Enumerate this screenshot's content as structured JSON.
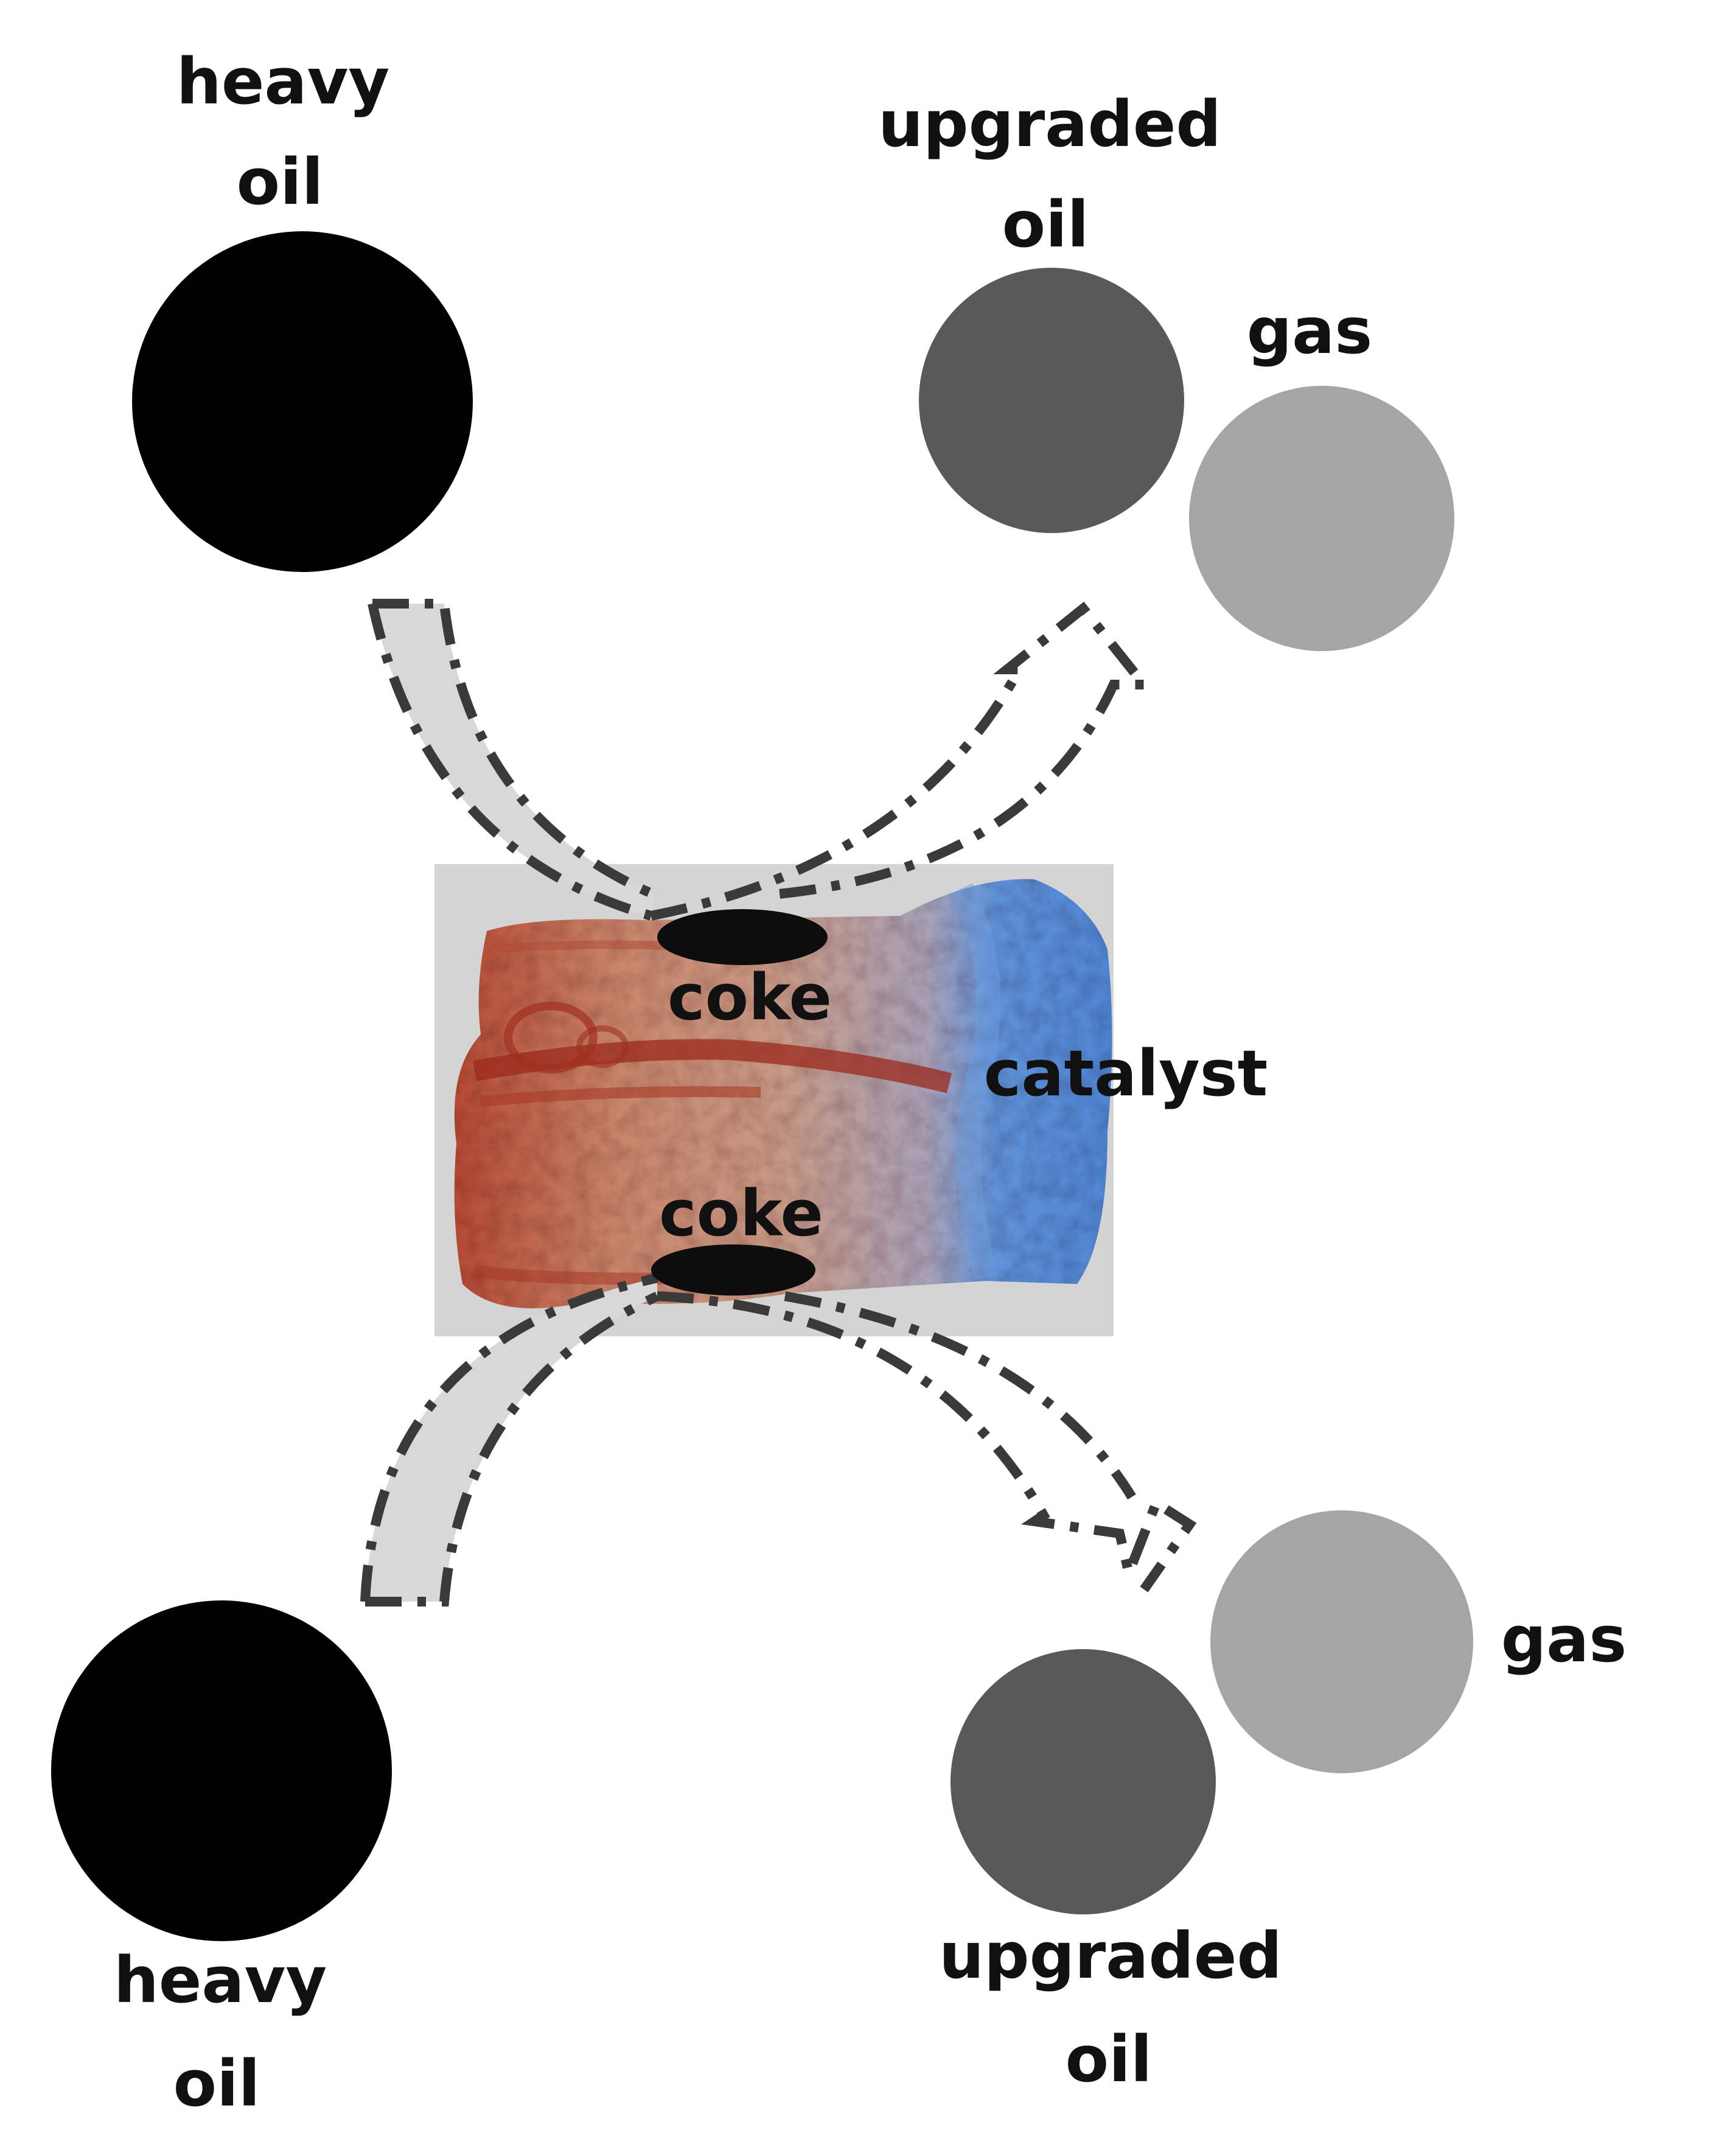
{
  "labels": {
    "heavy_oil_top_line1": "heavy",
    "heavy_oil_top_line2": "oil",
    "upgraded_oil_top_line1": "upgraded",
    "upgraded_oil_top_line2": "oil",
    "gas_top": "gas",
    "coke_top": "coke",
    "coke_bottom": "coke",
    "catalyst": "catalyst",
    "heavy_oil_bottom_line1": "heavy",
    "heavy_oil_bottom_line2": "oil",
    "upgraded_oil_bottom_line1": "upgraded",
    "upgraded_oil_bottom_line2": "oil",
    "gas_bottom": "gas"
  },
  "colors": {
    "heavy_oil": "#000000",
    "upgraded_oil": "#595959",
    "gas": "#a5a5a5",
    "arrow_fill": "#d8d8d8",
    "arrow_stroke": "#3a3a3a",
    "catalyst_backdrop": "#d4d4d4",
    "catalyst_red": "#b0432f",
    "catalyst_tan": "#d89e7a",
    "catalyst_blue": "#5a8fd6",
    "coke": "#0d0d0d"
  }
}
